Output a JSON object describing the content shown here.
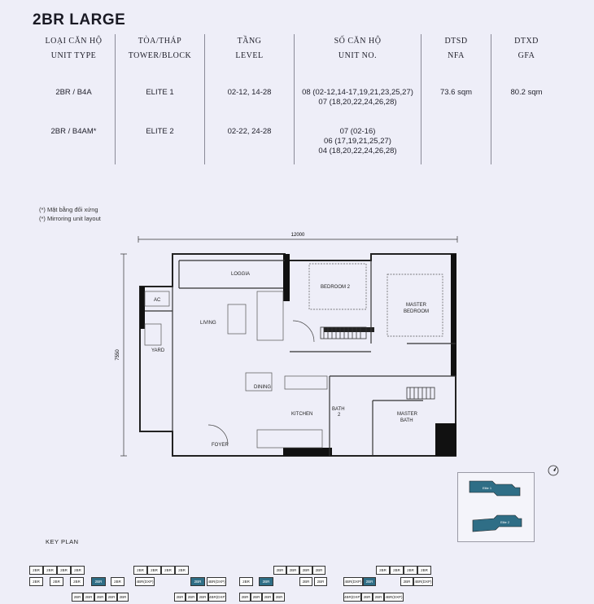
{
  "title": "2BR LARGE",
  "table": {
    "headers": [
      {
        "vi": "LOẠI CĂN HỘ",
        "en": "UNIT TYPE"
      },
      {
        "vi": "TÒA/THÁP",
        "en": "TOWER/BLOCK"
      },
      {
        "vi": "TẦNG",
        "en": "LEVEL"
      },
      {
        "vi": "SỐ CĂN HỘ",
        "en": "UNIT NO."
      },
      {
        "vi": "DTSD",
        "en": "NFA"
      },
      {
        "vi": "DTXD",
        "en": "GFA"
      }
    ],
    "rows": [
      {
        "unit_type": "2BR / B4A",
        "tower": "ELITE 1",
        "level": "02-12, 14-28",
        "unit_no": [
          "08 (02-12,14-17,19,21,23,25,27)",
          "07 (18,20,22,24,26,28)"
        ],
        "nfa": "73.6 sqm",
        "gfa": "80.2 sqm"
      },
      {
        "unit_type": "2BR / B4AM*",
        "tower": "ELITE 2",
        "level": "02-22, 24-28",
        "unit_no": [
          "07 (02-16)",
          "06 (17,19,21,25,27)",
          "04 (18,20,22,24,26,28)"
        ],
        "nfa": "",
        "gfa": ""
      }
    ]
  },
  "notes": {
    "vi": "(*) Mặt bằng đối xứng",
    "en": "(*) Mirroring unit layout"
  },
  "plan": {
    "width_dim": "12000",
    "height_dim": "7550",
    "rooms": {
      "loggia": "LOGGIA",
      "ac": "AC",
      "living": "LIVING",
      "yard": "YARD",
      "bedroom2": "BEDROOM 2",
      "master_bedroom_1": "MASTER",
      "master_bedroom_2": "BEDROOM",
      "dining": "DINING",
      "kitchen": "KITCHEN",
      "bath2_1": "BATH",
      "bath2_2": "2",
      "master_bath_1": "MASTER",
      "master_bath_2": "BATH",
      "foyer": "FOYER"
    }
  },
  "keymap": {
    "block1": "Elite 1",
    "block2": "Elite 2"
  },
  "key_plan": {
    "label": "KEY PLAN",
    "groups": [
      {
        "top": [
          "2BR",
          "2BR",
          "2BR",
          "2BR"
        ],
        "mid": [
          "2BR",
          "2BR",
          "2BR",
          "2BR",
          "2BR"
        ],
        "bot": [
          "2BR",
          "2BR",
          "2BR",
          "2BR",
          "2BR"
        ]
      },
      {
        "top": [
          "2BR",
          "2BR",
          "2BR",
          "2BR"
        ],
        "mid": [
          "4BR(DXP)",
          "2BR",
          "4BR(DXP)"
        ],
        "bot": [
          "2BR",
          "2BR",
          "2BR",
          "4BR(DXP)"
        ]
      },
      {
        "top": [
          "2BR",
          "2BR",
          "2BR",
          "2BR"
        ],
        "mid": [
          "2BR",
          "2BR",
          "2BR",
          "2BR"
        ],
        "bot": [
          "2BR",
          "2BR",
          "2BR",
          "2BR"
        ]
      },
      {
        "top": [
          "2BR",
          "2BR",
          "2BR",
          "2BR"
        ],
        "mid": [
          "4BR(DXP)",
          "2BR",
          "2BR",
          "4BR(DXP)"
        ],
        "bot": [
          "4BR(DXP)",
          "2BR",
          "2BR",
          "4BR(DXP)"
        ]
      }
    ]
  }
}
